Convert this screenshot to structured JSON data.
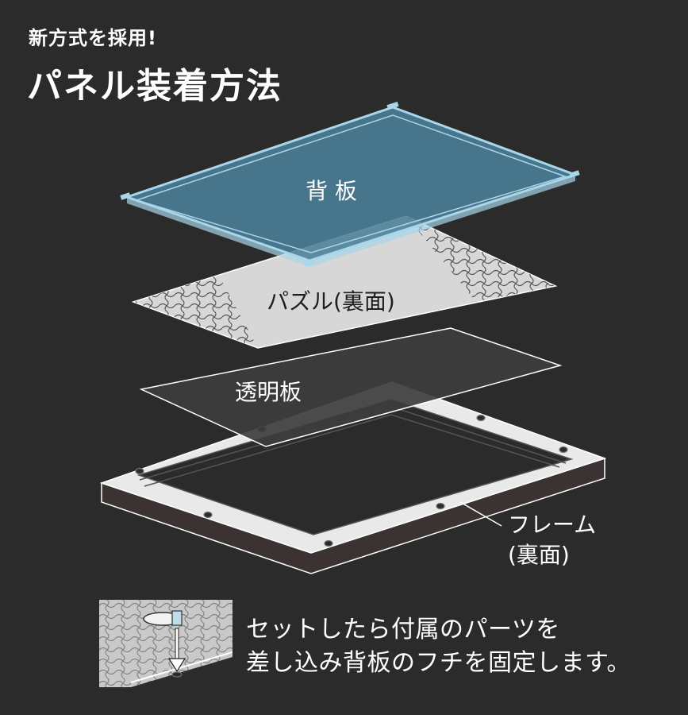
{
  "header": {
    "subtitle": "新方式を採用!",
    "title": "パネル装着方法"
  },
  "layers": {
    "backboard": "背 板",
    "puzzle": "パズル(裏面)",
    "clear_panel": "透明板",
    "frame_line1": "フレーム",
    "frame_line2": "(裏面)"
  },
  "note": {
    "line1": "セットしたら付属のパーツを",
    "line2": "差し込み背板のフチを固定します。"
  },
  "colors": {
    "background": "#2b2b2b",
    "backboard": "#4b7f99",
    "backboard_edge": "#a9d6ea",
    "puzzle": "#d7d7d7",
    "clear_panel": "#3d3d3d",
    "frame": "#e9e9e9",
    "frame_side": "#3a3332"
  }
}
